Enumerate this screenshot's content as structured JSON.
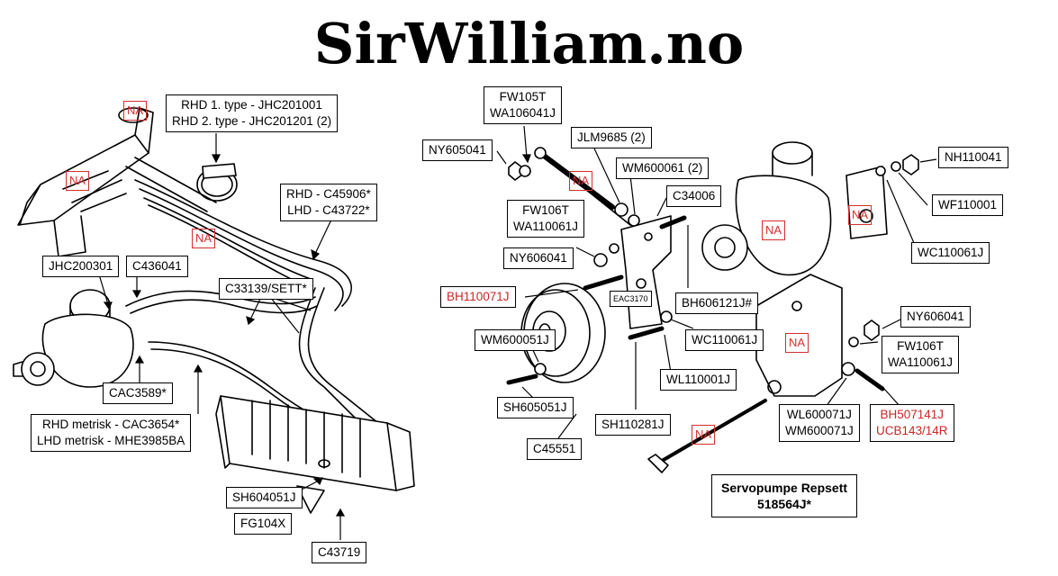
{
  "site_title": "SirWilliam.no",
  "assembly_title": {
    "line1": "Servopumpe Repsett",
    "line2": "518564J*"
  },
  "na_label": "NA",
  "labels": {
    "rhd_type": {
      "line1": "RHD 1. type - JHC201001",
      "line2": "RHD 2. type - JHC201201 (2)"
    },
    "c45906": {
      "line1": "RHD - C45906*",
      "line2": "LHD - C43722*"
    },
    "jhc200301": "JHC200301",
    "c436041": "C436041",
    "c33139": "C33139/SETT*",
    "cac3589": "CAC3589*",
    "metrisk": {
      "line1": "RHD metrisk - CAC3654*",
      "line2": "LHD metrisk - MHE3985BA"
    },
    "sh604051j": "SH604051J",
    "fg104x": "FG104X",
    "c43719": "C43719",
    "fw105t": {
      "line1": "FW105T",
      "line2": "WA106041J"
    },
    "ny605041": "NY605041",
    "jlm9685": "JLM9685 (2)",
    "wm600061": "WM600061 (2)",
    "c34006": "C34006",
    "fw106t_left": {
      "line1": "FW106T",
      "line2": "WA110061J"
    },
    "ny606041_left": "NY606041",
    "bh110071j": "BH110071J",
    "eac3170": "EAC3170",
    "bh606121j": "BH606121J#",
    "wm600051j": "WM600051J",
    "wc110061j_mid": "WC110061J",
    "sh605051j": "SH605051J",
    "wl110001j": "WL110001J",
    "sh110281j": "SH110281J",
    "c45551": "C45551",
    "nh110041": "NH110041",
    "wf110001": "WF110001",
    "wc110061j_right": "WC110061J",
    "ny606041_right": "NY606041",
    "fw106t_right": {
      "line1": "FW106T",
      "line2": "WA110061J"
    },
    "wl600071j": {
      "line1": "WL600071J",
      "line2": "WM600071J"
    },
    "bh507141j": {
      "line1": "BH507141J",
      "line2": "UCB143/14R"
    }
  },
  "colors": {
    "part_ink": "#000000",
    "highlight_red": "#c62828",
    "na_red": "#d32f2f"
  }
}
